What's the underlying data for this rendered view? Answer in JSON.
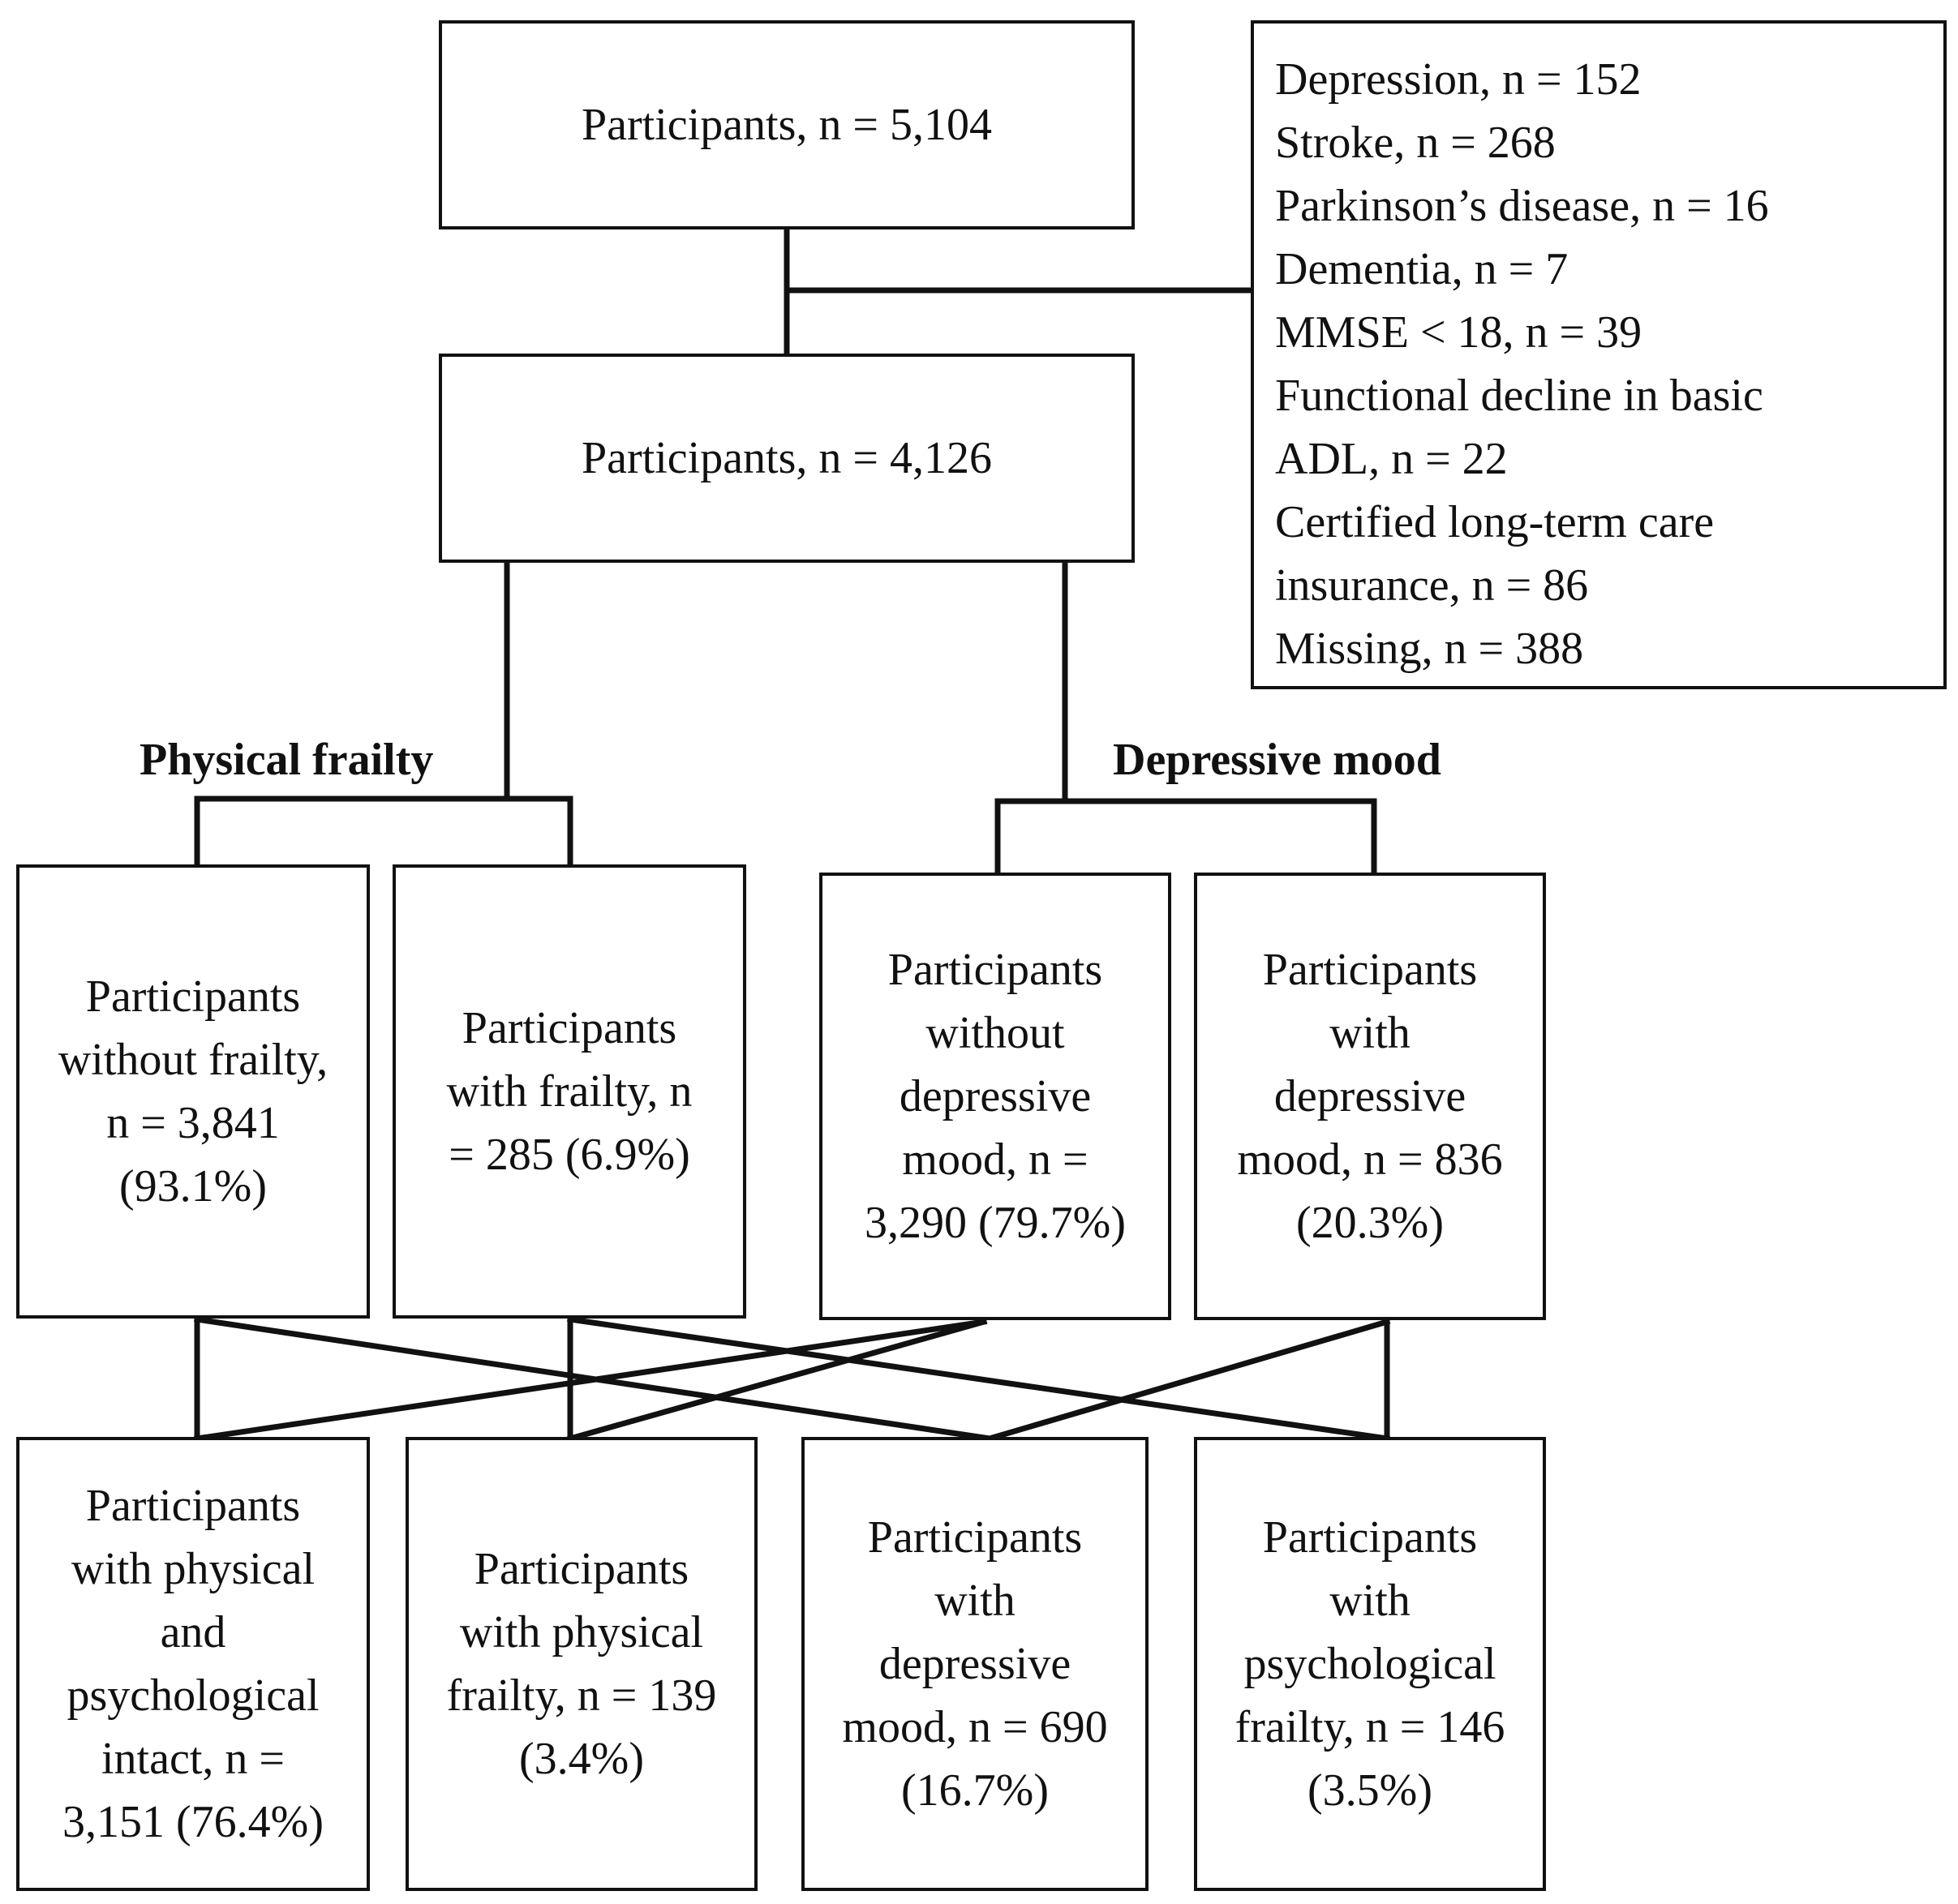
{
  "top_box": {
    "text": "Participants, n = 5,104"
  },
  "exclusions": {
    "items": [
      "Depression, n = 152",
      "Stroke, n = 268",
      "Parkinson’s disease, n = 16",
      "Dementia, n = 7",
      "MMSE < 18, n = 39",
      "Functional decline in basic",
      "ADL, n = 22",
      "Certified long-term care",
      "insurance, n = 86",
      "Missing, n = 388"
    ]
  },
  "second_box": {
    "text": "Participants, n = 4,126"
  },
  "headings": {
    "physical": "Physical frailty",
    "depressive": "Depressive mood"
  },
  "groups": {
    "no_frailty": [
      "Participants",
      "without frailty,",
      "n = 3,841",
      "(93.1%)"
    ],
    "frailty": [
      "Participants",
      "with frailty, n",
      "= 285 (6.9%)"
    ],
    "no_depressive": [
      "Participants",
      "without",
      "depressive",
      "mood, n =",
      "3,290 (79.7%)"
    ],
    "depressive": [
      "Participants",
      "with",
      "depressive",
      "mood, n = 836",
      "(20.3%)"
    ]
  },
  "outcomes": {
    "intact": [
      "Participants",
      "with physical",
      "and",
      "psychological",
      "intact, n =",
      "3,151 (76.4%)"
    ],
    "physical_frailty": [
      "Participants",
      "with physical",
      "frailty, n = 139",
      "(3.4%)"
    ],
    "depressive_mood": [
      "Participants",
      "with",
      "depressive",
      "mood, n = 690",
      "(16.7%)"
    ],
    "psychological_frailty": [
      "Participants",
      "with",
      "psychological",
      "frailty, n = 146",
      "(3.5%)"
    ]
  }
}
